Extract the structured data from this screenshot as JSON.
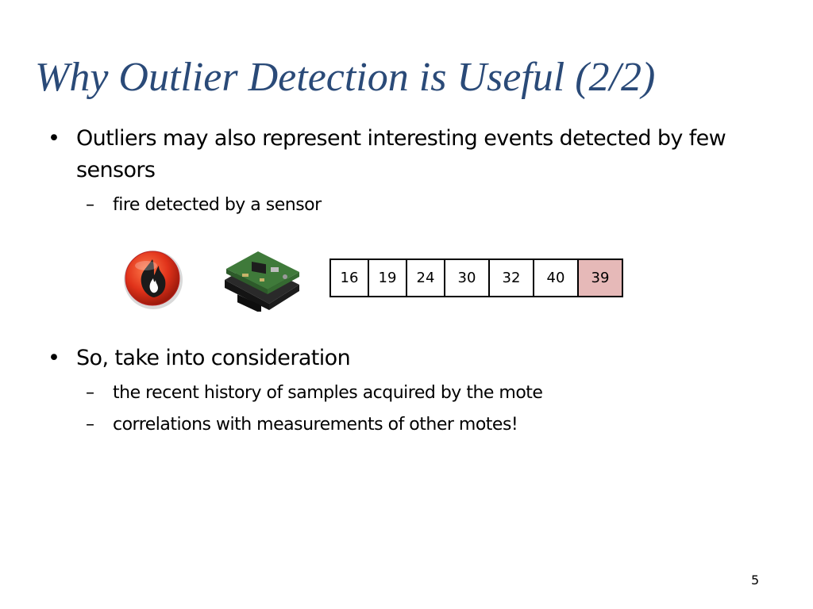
{
  "slide": {
    "title": "Why Outlier Detection is Useful (2/2)",
    "bullets": [
      {
        "text": "Outliers may also represent interesting events detected by few sensors",
        "subs": [
          "fire detected by a sensor"
        ]
      },
      {
        "text": "So, take into consideration",
        "subs": [
          "the recent history of samples acquired by the mote",
          "correlations with measurements of other motes!"
        ]
      }
    ],
    "bullet_glyph": "•",
    "sub_glyph": "–",
    "samples": [
      {
        "value": "16",
        "outlier": false
      },
      {
        "value": "19",
        "outlier": false
      },
      {
        "value": "24",
        "outlier": false
      },
      {
        "value": "30",
        "outlier": false
      },
      {
        "value": "32",
        "outlier": false
      },
      {
        "value": "40",
        "outlier": false
      },
      {
        "value": "39",
        "outlier": true
      }
    ],
    "outlier_color": "#e6b9b8",
    "title_color": "#2a4a78",
    "icons": [
      "fire-icon",
      "sensor-mote-icon"
    ],
    "page_number": "5"
  }
}
